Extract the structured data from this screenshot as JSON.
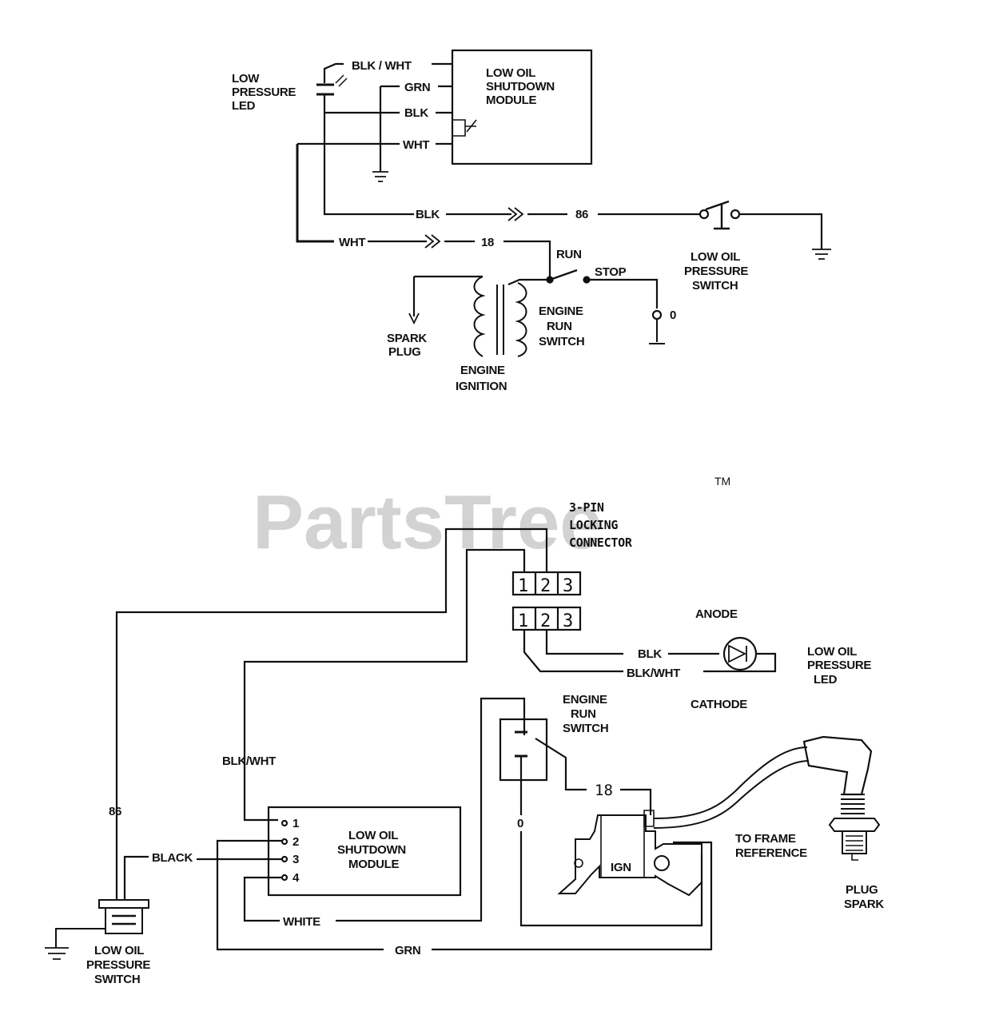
{
  "watermark": {
    "text": "PartsTree",
    "tm": "TM"
  },
  "top": {
    "led": [
      "LOW",
      "PRESSURE",
      "LED"
    ],
    "module": [
      "LOW OIL",
      "SHUTDOWN",
      "MODULE"
    ],
    "wire_blkwht": "BLK / WHT",
    "wire_grn": "GRN",
    "wire_blk": "BLK",
    "wire_wht": "WHT",
    "blk_long": "BLK",
    "num_86": "86",
    "wht_long": "WHT",
    "num_18": "18",
    "run": "RUN",
    "stop": "STOP",
    "oil_switch": [
      "LOW OIL",
      "PRESSURE",
      "SWITCH"
    ],
    "engine_run_switch": [
      "ENGINE",
      "RUN",
      "SWITCH"
    ],
    "spark_plug": [
      "SPARK",
      "PLUG"
    ],
    "engine_ignition": [
      "ENGINE",
      "IGNITION"
    ],
    "zero": "0"
  },
  "bottom": {
    "connector_title": [
      "3-PIN",
      "LOCKING",
      "CONNECTOR"
    ],
    "pins_top": [
      "1",
      "2",
      "3"
    ],
    "pins_bottom": [
      "1",
      "2",
      "3"
    ],
    "anode": "ANODE",
    "cathode": "CATHODE",
    "blk": "BLK",
    "blkwht_right": "BLK/WHT",
    "led": [
      "LOW OIL",
      "PRESSURE",
      "LED"
    ],
    "engine_run_switch": [
      "ENGINE",
      "RUN",
      "SWITCH"
    ],
    "blkwht_left": "BLK/WHT",
    "num_86": "86",
    "num_18": "18",
    "zero": "0",
    "black": "BLACK",
    "white": "WHITE",
    "grn": "GRN",
    "module": [
      "LOW OIL",
      "SHUTDOWN",
      "MODULE"
    ],
    "terminals": [
      "1",
      "2",
      "3",
      "4"
    ],
    "ign": "IGN",
    "to_frame": [
      "TO FRAME",
      "REFERENCE"
    ],
    "plug_spark": [
      "PLUG",
      "SPARK"
    ],
    "oil_switch": [
      "LOW OIL",
      "PRESSURE",
      "SWITCH"
    ]
  }
}
